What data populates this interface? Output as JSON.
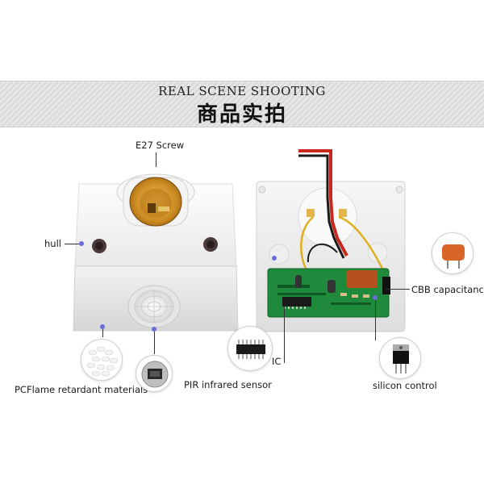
{
  "header": {
    "title_en": "REAL SCENE SHOOTING",
    "title_cn": "商品实拍"
  },
  "labels": {
    "e27_screw": "E27 Screw",
    "hull": "hull",
    "pc_flame": "PCFlame retardant materials",
    "pir_sensor": "PIR  infrared sensor",
    "ic": "IC",
    "cbb_capacitance": "CBB capacitance",
    "silicon_control": "silicon control"
  },
  "colors": {
    "pointer_dot": "#6c6cd8",
    "hull_white": "#f4f4f4",
    "lamp_gold": "#d79a2a",
    "pcb_green": "#1f8a3c",
    "capacitor_orange": "#d9652a"
  }
}
